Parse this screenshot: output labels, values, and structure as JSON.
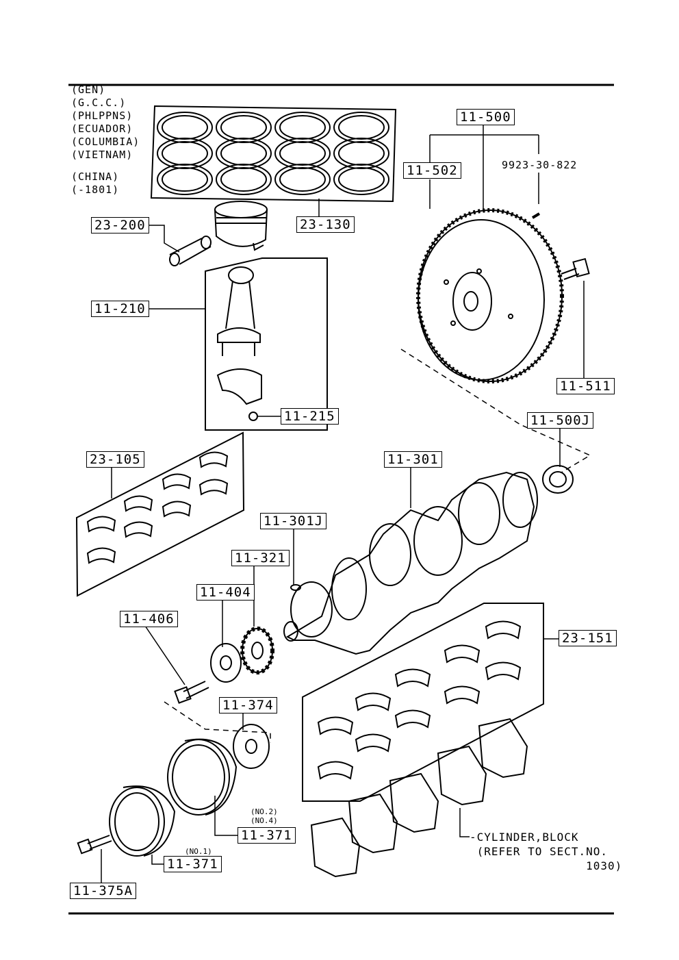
{
  "market_list": [
    "(GEN)",
    "(G.C.C.)",
    "(PHLPPNS)",
    "(ECUADOR)",
    "(COLUMBIA)",
    "(VIETNAM)",
    "",
    "(CHINA)",
    "(-1801)"
  ],
  "callouts": {
    "c_11_500": "11-500",
    "c_11_502": "11-502",
    "c_9923": "9923-30-822",
    "c_23_200": "23-200",
    "c_23_130": "23-130",
    "c_11_210": "11-210",
    "c_11_215": "11-215",
    "c_11_511": "11-511",
    "c_11_500j": "11-500J",
    "c_23_105": "23-105",
    "c_11_301": "11-301",
    "c_11_301j": "11-301J",
    "c_11_321": "11-321",
    "c_11_404": "11-404",
    "c_11_406": "11-406",
    "c_23_151": "23-151",
    "c_11_374": "11-374",
    "c_11_371_no24": "11-371",
    "c_11_371_no1": "11-371",
    "c_11_375a": "11-375A"
  },
  "sub_notes": {
    "no2": "(NO.2)",
    "no4": "(NO.4)",
    "no1": "(NO.1)"
  },
  "cylinder_note": "-CYLINDER,BLOCK\n (REFER TO SECT.NO.\n                1030)",
  "colors": {
    "ink": "#000000",
    "paper": "#ffffff"
  }
}
